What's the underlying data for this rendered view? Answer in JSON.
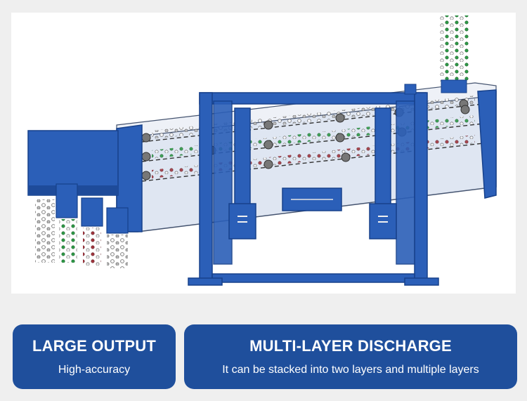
{
  "illustration": {
    "subject": "sieve-machine-icon",
    "colors": {
      "frame": "#2b5fb8",
      "frame_dark": "#17418b",
      "screen_bg": "#dfe6f2",
      "particle_white": "#ffffff",
      "particle_green": "#2e9c47",
      "particle_red": "#a4363f",
      "particle_gray": "#8a8f98"
    }
  },
  "features": [
    {
      "title": "LARGE OUTPUT",
      "subtitle": "High-accuracy"
    },
    {
      "title": "MULTI-LAYER DISCHARGE",
      "subtitle": "It can be stacked into two layers and multiple layers"
    }
  ],
  "card_color": "#1f4f9c"
}
